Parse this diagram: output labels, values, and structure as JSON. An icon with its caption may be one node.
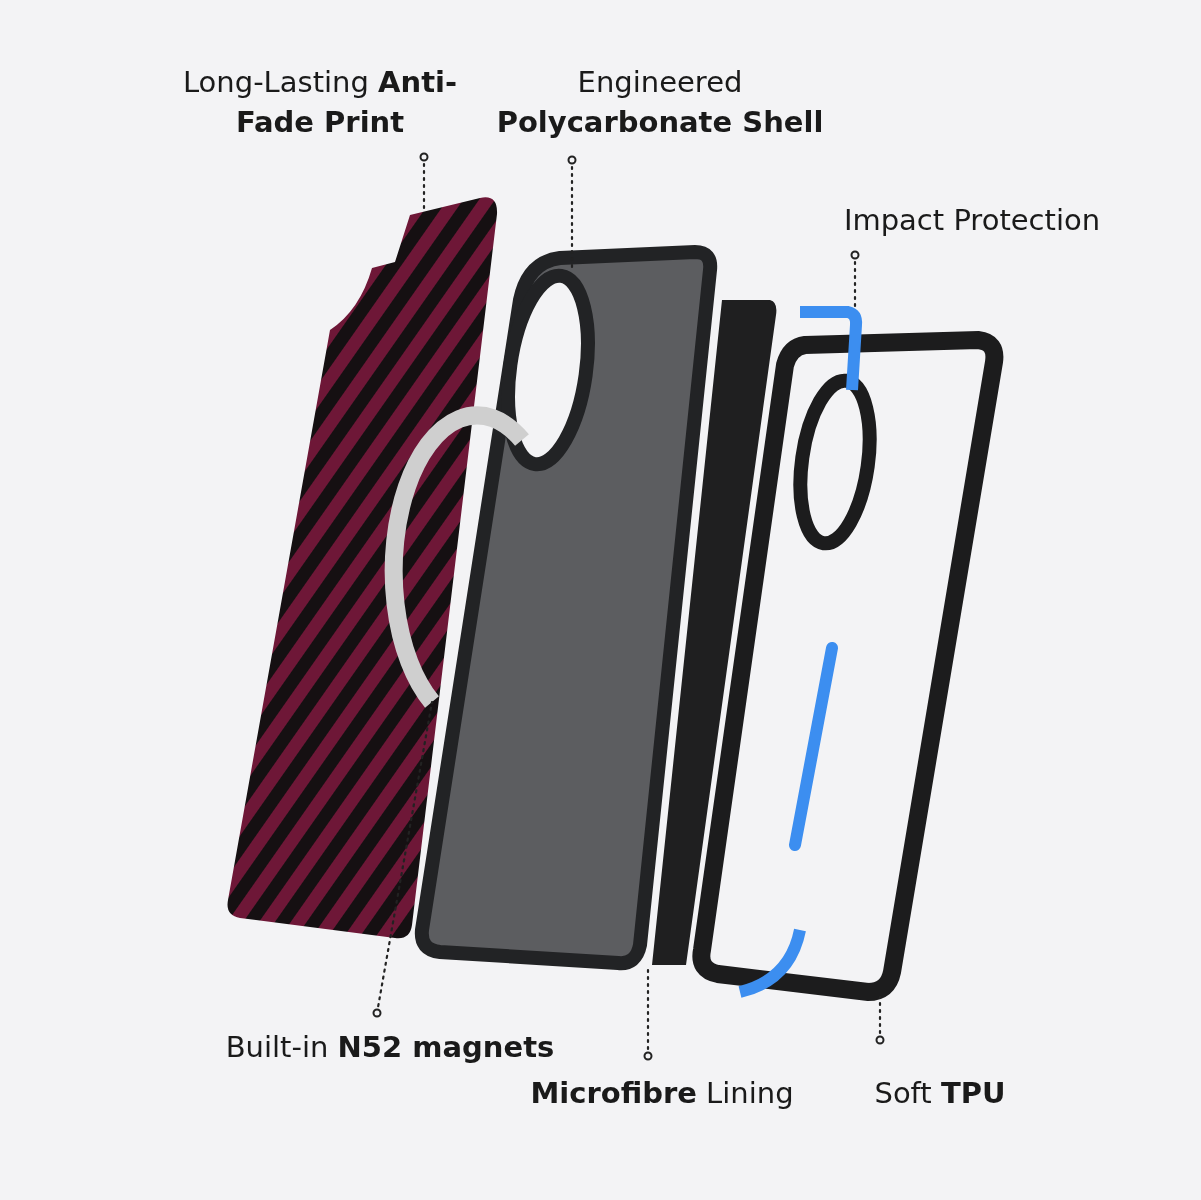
{
  "diagram": {
    "nodes": [
      {
        "text": [
          "Long-Lasting **Anti-Fade Print**"
        ]
      },
      {
        "text": [
          "Engineered **Polycarbonate Shell**"
        ]
      },
      {
        "text": [
          "Impact Protection"
        ]
      },
      {
        "text": [
          "Built-in **N52 magnets**"
        ]
      },
      {
        "text": [
          "**Microfibre** Lining"
        ]
      },
      {
        "text": [
          "Soft **TPU**"
        ]
      },
      {
        "text": [],
        "shape": "picture"
      },
      {
        "text": [],
        "shape": "picture"
      },
      {
        "text": [],
        "shape": "picture"
      },
      {
        "text": [],
        "shape": "picture"
      },
      {
        "text": [],
        "shape": "picture"
      },
      {
        "text": [],
        "shape": "picture"
      }
    ],
    "edges": [
      {
        "from": 0,
        "to": 6,
        "arrow": "other",
        "style": "dashed"
      },
      {
        "from": 1,
        "to": 7,
        "arrow": "other",
        "style": "dashed"
      },
      {
        "from": 2,
        "to": 11,
        "arrow": "other",
        "style": "dashed"
      },
      {
        "from": 3,
        "to": 8,
        "arrow": "other",
        "style": "dashed"
      },
      {
        "from": 4,
        "to": 9,
        "arrow": "other",
        "style": "dashed"
      },
      {
        "from": 5,
        "to": 10,
        "arrow": "other",
        "style": "dashed"
      }
    ]
  }
}
